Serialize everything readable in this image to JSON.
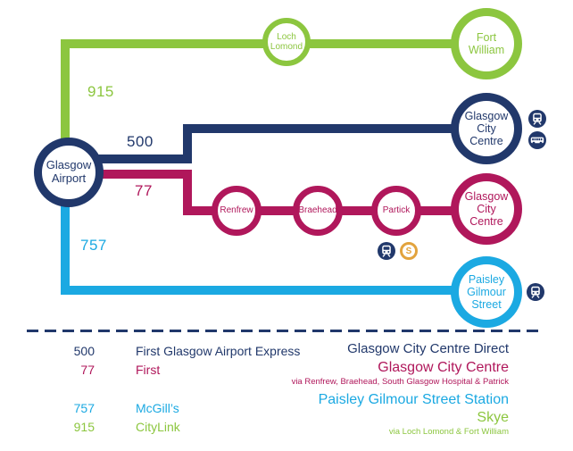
{
  "colors": {
    "navy": "#21386B",
    "green": "#8CC63F",
    "magenta": "#B0175B",
    "blue": "#1BA9E2",
    "orange": "#E2A33D"
  },
  "map": {
    "airport": {
      "line1": "Glasgow",
      "line2": "Airport"
    },
    "route_numbers": {
      "n915": "915",
      "n500": "500",
      "n77": "77",
      "n757": "757"
    },
    "stops": {
      "loch_lomond": {
        "line1": "Loch",
        "line2": "Lomond"
      },
      "renfrew": {
        "label": "Renfrew"
      },
      "braehead": {
        "label": "Braehead"
      },
      "partick": {
        "label": "Partick"
      }
    },
    "termini": {
      "fort_william": {
        "line1": "Fort",
        "line2": "William"
      },
      "glasgow_city_centre_500": {
        "line1": "Glasgow",
        "line2": "City Centre"
      },
      "glasgow_city_centre_77": {
        "line1": "Glasgow",
        "line2": "City Centre"
      },
      "paisley_gilmour_street": {
        "line1": "Paisley",
        "line2": "Gilmour",
        "line3": "Street"
      }
    },
    "subway_icon_letter": "S"
  },
  "legend": {
    "rows": [
      {
        "number": "500",
        "operator": "First Glasgow Airport Express",
        "destination": "Glasgow City Centre Direct"
      },
      {
        "number": "77",
        "operator": "First",
        "destination": "Glasgow City Centre",
        "via": "via Renfrew, Braehead, South Glasgow Hospital & Patrick"
      },
      {
        "number": "757",
        "operator": "McGill’s",
        "destination": "Paisley Gilmour Street Station"
      },
      {
        "number": "915",
        "operator": "CityLink",
        "destination": "Skye",
        "via": "via Loch Lomond & Fort William"
      }
    ]
  }
}
